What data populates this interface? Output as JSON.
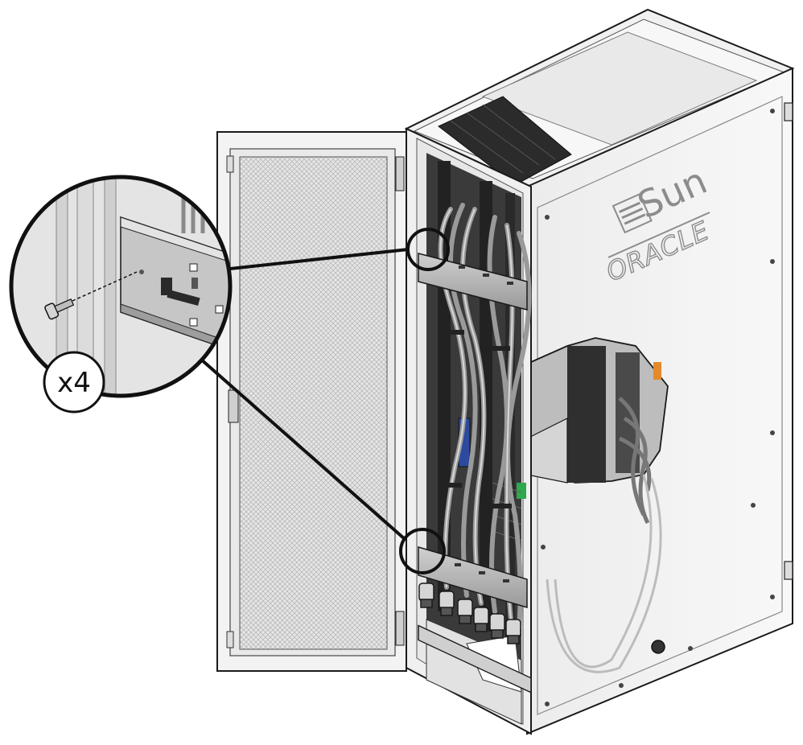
{
  "figure": {
    "callout_label": "x4",
    "logo_brand_top": "Sun",
    "logo_brand_bottom": "ORACLE",
    "logo_icon": "sun-logo-icon"
  },
  "colors": {
    "outline": "#1a1a1a",
    "panel_light": "#f4f4f4",
    "panel_mid": "#dcdcdc",
    "interior_dark": "#3a3a3a",
    "mesh": "#c9c9c9",
    "highlight_green": "#2fa84f",
    "highlight_orange": "#e58a2a",
    "pdu_blue": "#2b4aa0"
  }
}
